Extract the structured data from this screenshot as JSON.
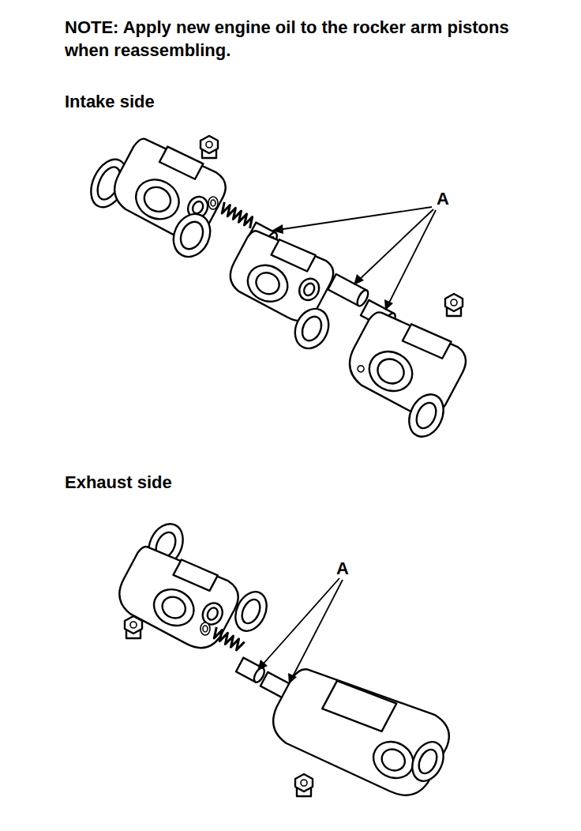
{
  "diagram": {
    "labels": [
      "NOTE: Apply new engine oil to the rocker arm pistons when reassembling.",
      "Intake side",
      "A",
      "Exhaust side",
      "A"
    ]
  }
}
